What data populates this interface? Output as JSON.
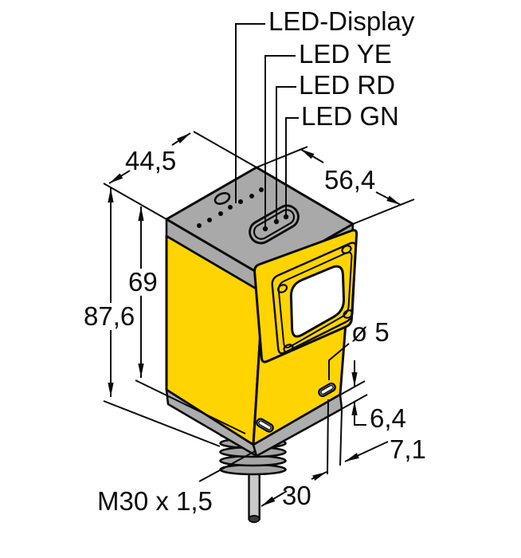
{
  "drawing": {
    "type": "isometric-technical-drawing",
    "subject": "photoelectric sensor with M30 threaded base and cable",
    "part_labels": {
      "led_display": "LED-Display",
      "led_ye": "LED YE",
      "led_rd": "LED RD",
      "led_gn": "LED GN",
      "thread_spec": "M30 x 1,5"
    },
    "dimensions": {
      "top_width": "44,5",
      "top_depth": "56,4",
      "body_height": "69",
      "total_height": "87,6",
      "hole_diameter": "ø 5",
      "plate_height": "6,4",
      "corner_offset": "7,1",
      "cable_dim": "30"
    },
    "colors": {
      "housing_yellow": "#FFD400",
      "cap_gray": "#A9A9A9",
      "plate_gray": "#ADADAD",
      "thread_gray": "#A6A6A6",
      "cable_gray": "#C9C9C9",
      "cable_tip": "#3A3A3A",
      "line": "#0A0A0A",
      "window_white": "#FFFFFF"
    }
  }
}
